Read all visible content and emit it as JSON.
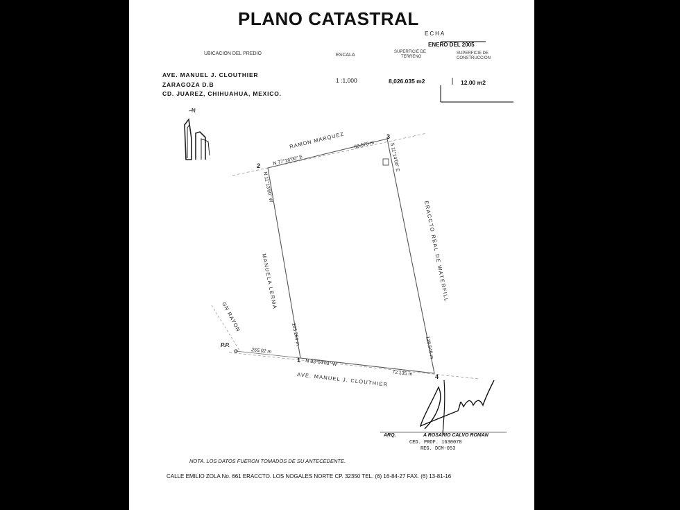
{
  "header": {
    "title": "PLANO CATASTRAL",
    "fecha_label": "ECHA",
    "fecha_value": "ENERO DEL 2005",
    "col_ubicacion": "UBICACION DEL PREDIO",
    "col_escala": "ESCALA",
    "col_sup_terreno_1": "SUPERFICIE DE",
    "col_sup_terreno_2": "TERRENO",
    "col_sup_const_1": "SUPERFICIE DE",
    "col_sup_const_2": "CONSTRUCCION"
  },
  "predio": {
    "address_line1": "AVE. MANUEL J. CLOUTHIER",
    "address_line2": "ZARAGOZA D.B",
    "address_line3": "CD. JUAREZ, CHIHUAHUA, MEXICO.",
    "escala": "1 :1,000",
    "sup_terreno": "8,026.035 m2",
    "sup_construccion": "12.00 m2"
  },
  "plan": {
    "north": "N",
    "street_north": "RAMON MARQUEZ",
    "street_east": "ERACCTO REAL DE WATERFILL",
    "street_west": "MANUELA LERMA",
    "street_south": "AVE. MANUEL J. CLOUTHIER",
    "street_sw": "GN RAYON",
    "pp_label": "P.P.",
    "pp_distance": "255.02 m",
    "vertices": [
      "1",
      "2",
      "3",
      "4"
    ],
    "bearing_north": "N 77°16'00\" E",
    "dist_north": "68.570 m",
    "bearing_east": "S 11°14'00\" E",
    "dist_east": "128.546 m",
    "bearing_west": "N 11°13'60\" W",
    "dist_west": "103.264 m",
    "bearing_south": "N 83°04'03\" W",
    "dist_south": "72.135 m"
  },
  "signature": {
    "arq_label": "ARQ.",
    "name": "A ROSARIO CALVO ROMAN",
    "ced": "CED. PROF. 1630078",
    "reg": "REG. DCM-053"
  },
  "footer": {
    "note": "NOTA. LOS DATOS FUERON TOMADOS DE SU ANTECEDENTE.",
    "address": "CALLE EMILIO ZOLA No. 661 ERACCTO. LOS NOGALES NORTE CP. 32350 TEL. (6) 16-84-27 FAX. (6) 13-81-16"
  }
}
